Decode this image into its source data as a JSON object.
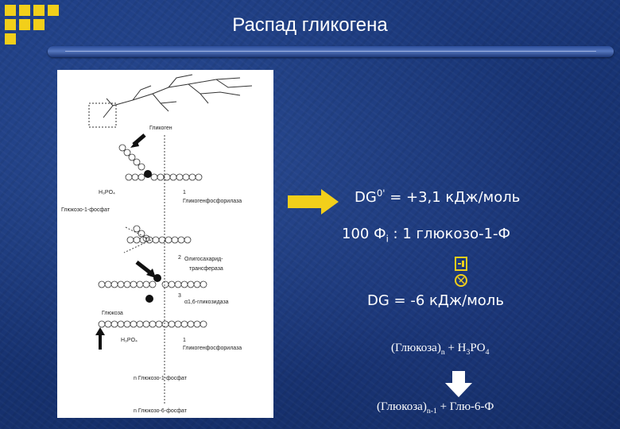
{
  "slide": {
    "title": "Распад гликогена",
    "accent_color": "#f2cf1a"
  },
  "diagram": {
    "glycogen_label": "Гликоген",
    "h3po4_label": "H₃PO₄",
    "step1_number": "1",
    "enzyme1_label": "Гликогенфосфорилаза",
    "product1_label": "Глюкозо-1-фосфат",
    "step2_number": "2",
    "enzyme2_line1": "Олигосахарид-",
    "enzyme2_line2": "трансфераза",
    "step3_number": "3",
    "enzyme3_label": "α1,6-гликозидаза",
    "glucose_label": "Глюкоза",
    "h3po4_label2": "H₃PO₄",
    "step1_number_b": "1",
    "enzyme1_label_b": "Гликогенфосфорилаза",
    "product_n1_label": "n Глюкозо-1-фосфат",
    "product_n6_label": "n Глюкозо-6-фосфат"
  },
  "energy": {
    "dg_standard_prefix": "DG",
    "dg_standard_sup": "0'",
    "dg_standard_value": " = +3,1 кДж/моль",
    "ratio_prefix": "100 Ф",
    "ratio_sub": "i",
    "ratio_suffix": " : 1 глюкозо-1-Ф",
    "dg_actual": "DG = -6 кДж/моль"
  },
  "reaction": {
    "reactant_a": "(Глюкоза)",
    "reactant_a_sub": "n",
    "reactant_b_pre": " + H",
    "reactant_b_sub1": "3",
    "reactant_b_mid": "PO",
    "reactant_b_sub2": "4",
    "product_a": "(Глюкоза)",
    "product_a_sub": "n-1",
    "product_b": " + Глю-6-Ф"
  }
}
